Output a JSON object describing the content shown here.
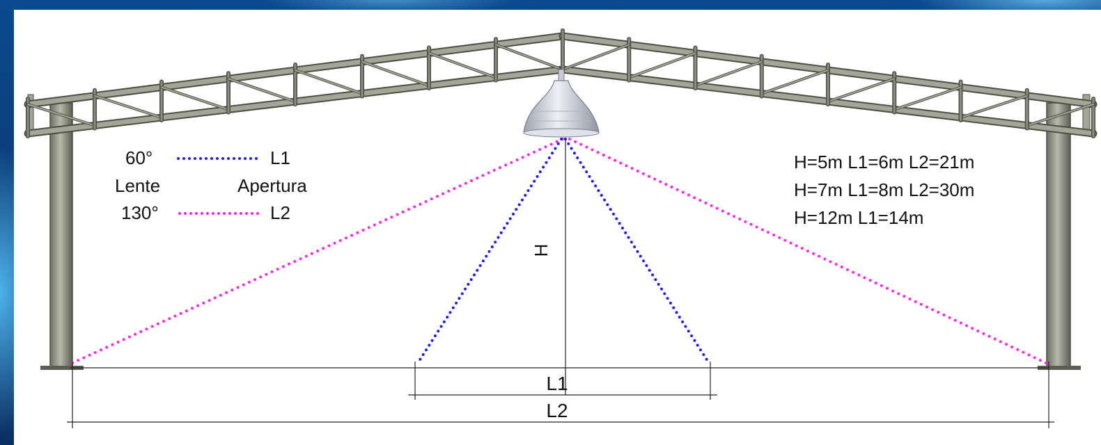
{
  "legend": {
    "angle_60": "60°",
    "angle_130": "130°",
    "lente": "Lente",
    "apertura": "Apertura",
    "l1": "L1",
    "l2": "L2"
  },
  "specs": [
    "H=5m L1=6m L2=21m",
    "H=7m L1=8m L2=30m",
    "H=12m L1=14m"
  ],
  "dimensions": {
    "height_label": "H",
    "l1_label": "L1",
    "l2_label": "L2"
  },
  "colors": {
    "beam_60": "#1a1aff",
    "beam_130": "#ff22ee",
    "steel": "#a3a596",
    "steel_dark": "#4c4e46",
    "lamp": "#c9ccd6"
  },
  "icons": {
    "lamp": "pendant-high-bay-lamp-icon"
  }
}
